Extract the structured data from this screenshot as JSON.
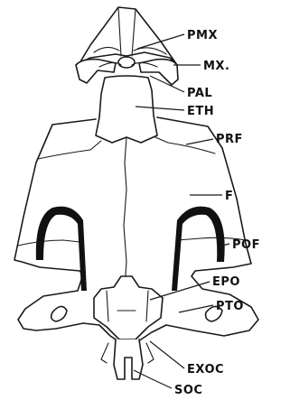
{
  "labels": {
    "pmx": "PMX",
    "mx": "MX.",
    "pal": "PAL",
    "eth": "ETH",
    "prf": "PRF",
    "f": "F",
    "pof": "POF",
    "epo": "EPO",
    "pto": "PTO",
    "exoc": "EXOC",
    "soc": "SOC"
  },
  "colors": {
    "ink": "#1a1a1a",
    "background": "#ffffff"
  }
}
